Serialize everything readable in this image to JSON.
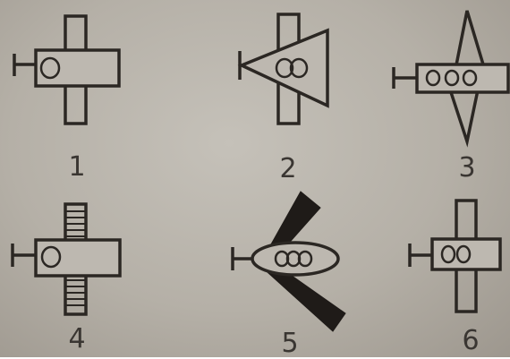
{
  "figures": [
    {
      "label": "1"
    },
    {
      "label": "2"
    },
    {
      "label": "3"
    },
    {
      "label": "4"
    },
    {
      "label": "5"
    },
    {
      "label": "6"
    }
  ],
  "colors": {
    "ink": "#2b2723",
    "background": "#b9b4ab"
  }
}
